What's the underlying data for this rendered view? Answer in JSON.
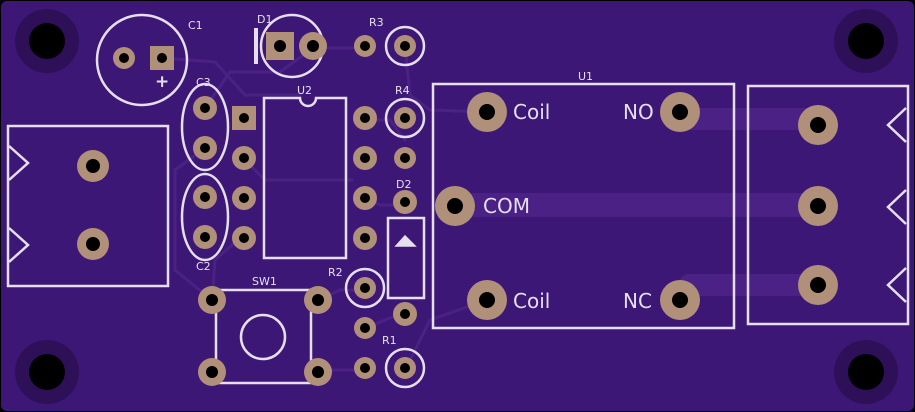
{
  "board": {
    "colors": {
      "background": "#000000",
      "pcb": "#3d1775",
      "copper_trace": "#4b2185",
      "silkscreen": "#e6dff0",
      "pad_copper": "#b09078",
      "drill_hole": "#000000"
    }
  },
  "labels": {
    "c1": "C1",
    "c1_plus": "+",
    "d1": "D1",
    "r3": "R3",
    "c3": "C3",
    "u2": "U2",
    "r4": "R4",
    "d2": "D2",
    "c2": "C2",
    "sw1": "SW1",
    "r2": "R2",
    "r1": "R1",
    "u1": "U1",
    "coil_top": "Coil",
    "no": "NO",
    "com": "COM",
    "coil_bottom": "Coil",
    "nc": "NC"
  }
}
